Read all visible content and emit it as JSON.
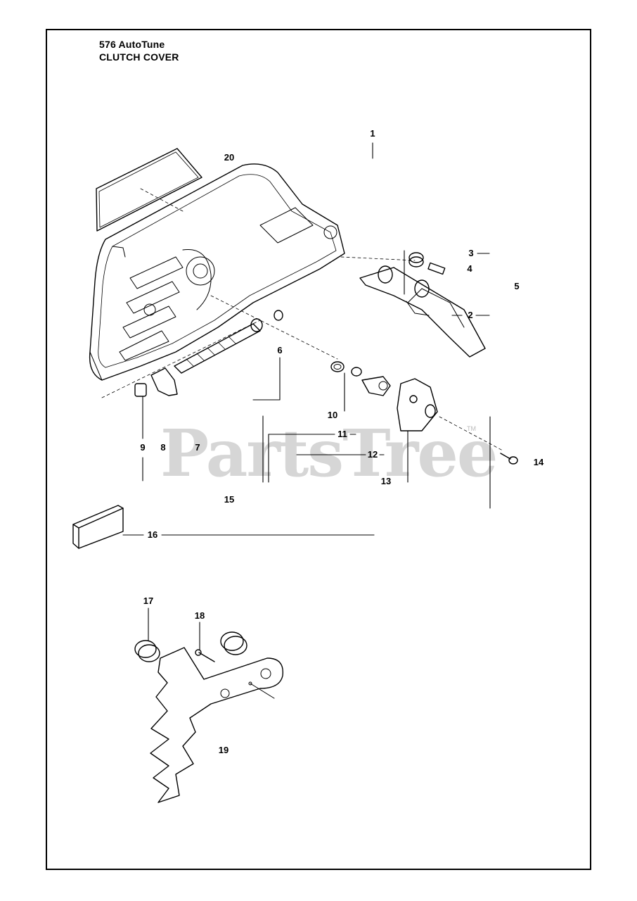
{
  "header": {
    "model": "576 AutoTune",
    "section": "CLUTCH COVER"
  },
  "watermark": {
    "text": "PartsTree",
    "trademark": "TM"
  },
  "callouts": [
    {
      "id": "1",
      "label": "1"
    },
    {
      "id": "2",
      "label": "2"
    },
    {
      "id": "3",
      "label": "3"
    },
    {
      "id": "4",
      "label": "4"
    },
    {
      "id": "5",
      "label": "5"
    },
    {
      "id": "6",
      "label": "6"
    },
    {
      "id": "7",
      "label": "7"
    },
    {
      "id": "8",
      "label": "8"
    },
    {
      "id": "9",
      "label": "9"
    },
    {
      "id": "10",
      "label": "10"
    },
    {
      "id": "11",
      "label": "11"
    },
    {
      "id": "12",
      "label": "12"
    },
    {
      "id": "13",
      "label": "13"
    },
    {
      "id": "14",
      "label": "14"
    },
    {
      "id": "15",
      "label": "15"
    },
    {
      "id": "16",
      "label": "16"
    },
    {
      "id": "17",
      "label": "17"
    },
    {
      "id": "18",
      "label": "18"
    },
    {
      "id": "19",
      "label": "19"
    },
    {
      "id": "20",
      "label": "20"
    }
  ]
}
